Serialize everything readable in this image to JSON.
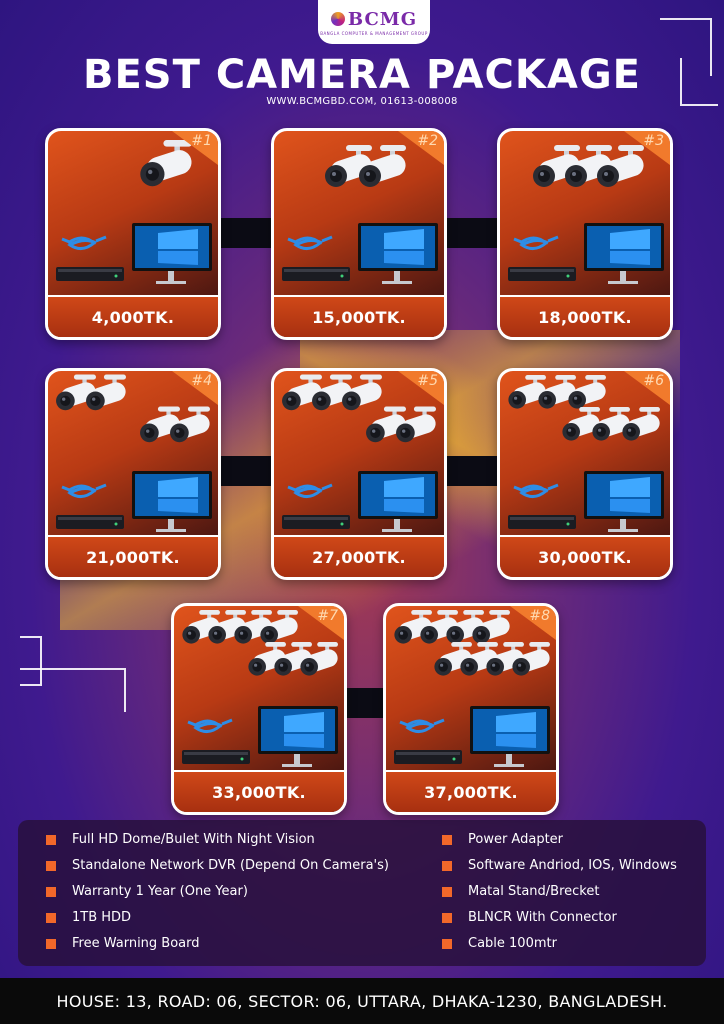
{
  "brand": {
    "logo_text": "BCMG",
    "logo_sub": "BANGLA COMPUTER & MANAGEMENT GROUP"
  },
  "title": "BEST CAMERA PACKAGE",
  "subtitle": "WWW.BCMGBD.COM,  01613-008008",
  "packages": [
    {
      "badge": "#1",
      "price": "4,000TK.",
      "cameras": 1
    },
    {
      "badge": "#2",
      "price": "15,000TK.",
      "cameras": 2
    },
    {
      "badge": "#3",
      "price": "18,000TK.",
      "cameras": 3
    },
    {
      "badge": "#4",
      "price": "21,000TK.",
      "cameras": 4
    },
    {
      "badge": "#5",
      "price": "27,000TK.",
      "cameras": 5
    },
    {
      "badge": "#6",
      "price": "30,000TK.",
      "cameras": 6
    },
    {
      "badge": "#7",
      "price": "33,000TK.",
      "cameras": 7
    },
    {
      "badge": "#8",
      "price": "37,000TK.",
      "cameras": 8
    }
  ],
  "features_left": [
    "Full HD Dome/Bulet With Night Vision",
    "Standalone Network DVR (Depend On Camera's)",
    "Warranty 1 Year (One Year)",
    "1TB HDD",
    "Free Warning Board"
  ],
  "features_right": [
    "Power Adapter",
    "Software Andriod, IOS, Windows",
    "Matal Stand/Brecket",
    "BLNCR With Connector",
    "Cable 100mtr"
  ],
  "footer": "HOUSE: 13, ROAD: 06, SECTOR:  06, UTTARA, DHAKA-1230, BANGLADESH.",
  "colors": {
    "accent": "#f2682a",
    "background": "#3f1a8e",
    "card": "#c8431a"
  }
}
